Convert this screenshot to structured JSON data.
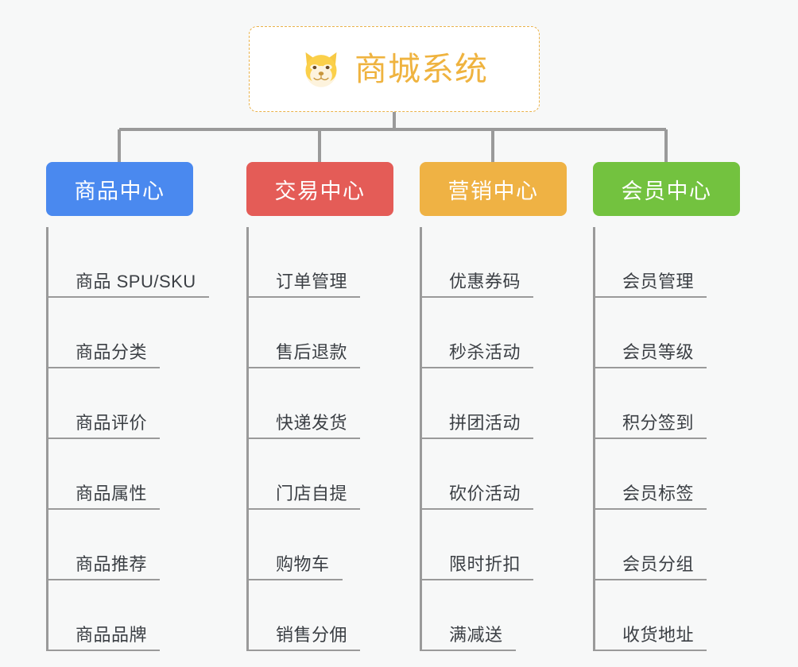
{
  "diagram": {
    "title": "商城系统",
    "background_color": "#f7f8f8",
    "root": {
      "label": "商城系统",
      "icon": "dog-face-icon",
      "text_color": "#efb33f",
      "border_color": "#eab24a",
      "background_color": "#ffffff"
    },
    "connector_color": "#9a9a9a",
    "columns": [
      {
        "id": "products",
        "label": "商品中心",
        "color": "#4a89ef",
        "items": [
          "商品 SPU/SKU",
          "商品分类",
          "商品评价",
          "商品属性",
          "商品推荐",
          "商品品牌"
        ]
      },
      {
        "id": "trade",
        "label": "交易中心",
        "color": "#e45c57",
        "items": [
          "订单管理",
          "售后退款",
          "快递发货",
          "门店自提",
          "购物车",
          "销售分佣"
        ]
      },
      {
        "id": "marketing",
        "label": "营销中心",
        "color": "#efb244",
        "items": [
          "优惠券码",
          "秒杀活动",
          "拼团活动",
          "砍价活动",
          "限时折扣",
          "满减送"
        ]
      },
      {
        "id": "member",
        "label": "会员中心",
        "color": "#73c23f",
        "items": [
          "会员管理",
          "会员等级",
          "积分签到",
          "会员标签",
          "会员分组",
          "收货地址"
        ]
      }
    ]
  }
}
